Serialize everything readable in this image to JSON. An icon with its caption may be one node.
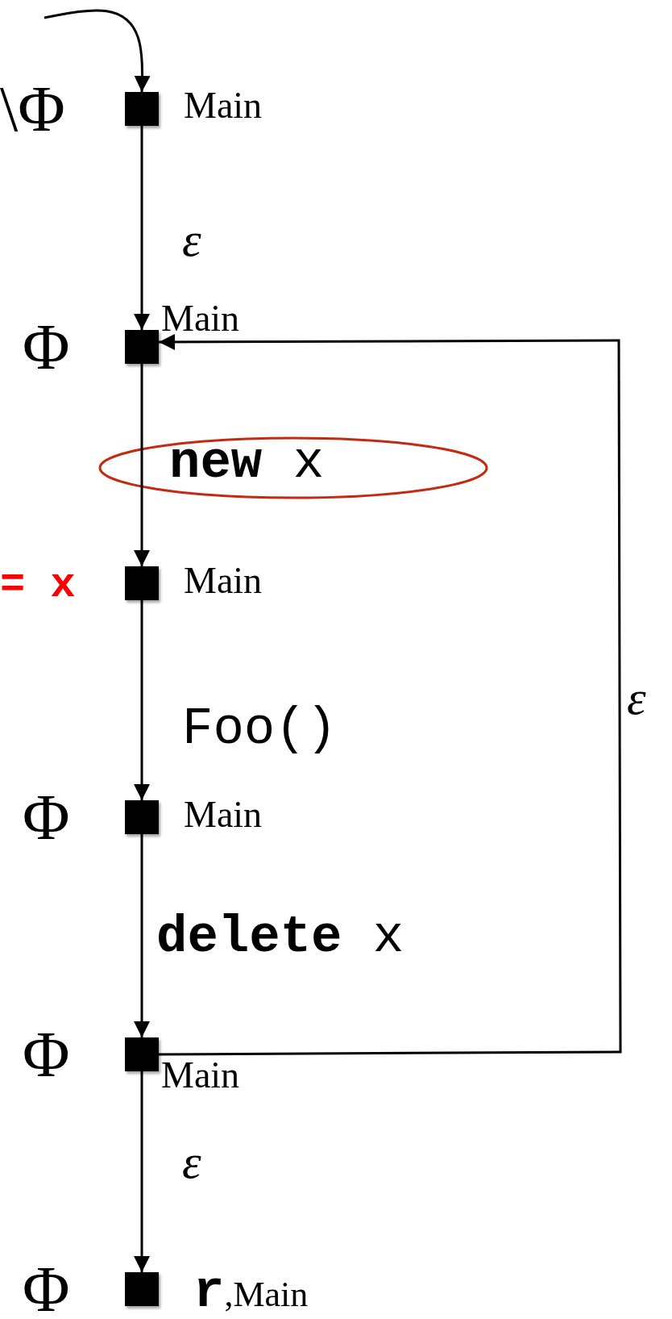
{
  "diagram": {
    "nodes": [
      {
        "text": [],
        "shape": "box",
        "beside": [
          "\\Φ",
          "Main"
        ]
      },
      {
        "text": [],
        "shape": "box",
        "beside": [
          "Φ",
          "Main"
        ]
      },
      {
        "text": [],
        "shape": "box",
        "beside": [
          "= x",
          "Main"
        ]
      },
      {
        "text": [],
        "shape": "box",
        "beside": [
          "Φ",
          "Main"
        ]
      },
      {
        "text": [],
        "shape": "box",
        "beside": [
          "Φ",
          "Main"
        ]
      },
      {
        "text": [],
        "shape": "box",
        "beside": [
          "Φ",
          "**r**,Main"
        ]
      }
    ],
    "edges": [
      {
        "from": null,
        "to": 0,
        "arrow": "to"
      },
      {
        "from": 0,
        "to": 1,
        "arrow": "to",
        "label": "ε"
      },
      {
        "from": 1,
        "to": 2,
        "arrow": "to",
        "label": "**new** x"
      },
      {
        "from": 2,
        "to": 3,
        "arrow": "to",
        "label": "Foo()"
      },
      {
        "from": 3,
        "to": 4,
        "arrow": "to",
        "label": "**delete** x"
      },
      {
        "from": 4,
        "to": 1,
        "arrow": "to",
        "label": "ε"
      },
      {
        "from": 4,
        "to": 5,
        "arrow": "to",
        "label": "ε"
      }
    ]
  }
}
